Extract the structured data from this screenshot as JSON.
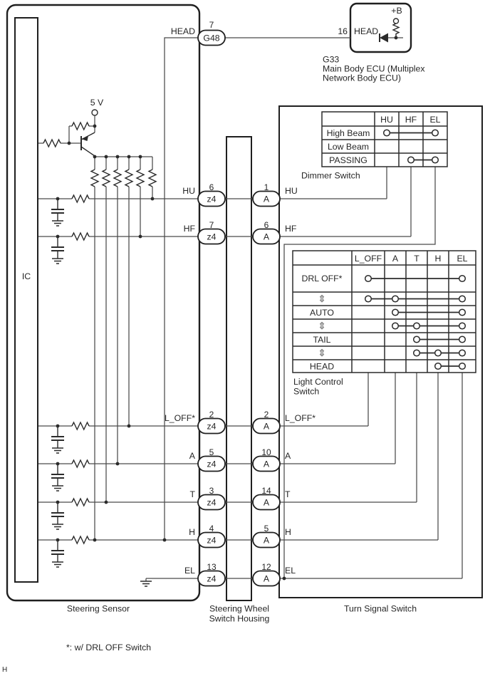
{
  "page": {
    "marker": "H",
    "footnote": "*: w/ DRL OFF Switch",
    "background_color": "#ffffff",
    "line_color": "#3a3a3a"
  },
  "ecu": {
    "id": "G33",
    "desc_line1": "Main Body ECU (Multiplex",
    "desc_line2": "Network Body ECU)",
    "pin": "16",
    "pin_label": "HEAD",
    "power_label": "+B"
  },
  "steering_sensor": {
    "label": "Steering Sensor",
    "ic_label": "IC",
    "supply_label": "5 V",
    "head": {
      "signal": "HEAD",
      "pin": "7",
      "connector": "G48"
    }
  },
  "housing": {
    "label_line1": "Steering Wheel",
    "label_line2": "Switch Housing",
    "connector_left": "z4",
    "connector_right": "A"
  },
  "turn_signal_switch": {
    "label": "Turn Signal Switch"
  },
  "rows": [
    {
      "signal": "HU",
      "z4_pin": "6",
      "a_pin": "1"
    },
    {
      "signal": "HF",
      "z4_pin": "7",
      "a_pin": "6"
    },
    {
      "signal": "L_OFF*",
      "z4_pin": "2",
      "a_pin": "2"
    },
    {
      "signal": "A",
      "z4_pin": "5",
      "a_pin": "10"
    },
    {
      "signal": "T",
      "z4_pin": "3",
      "a_pin": "14"
    },
    {
      "signal": "H",
      "z4_pin": "4",
      "a_pin": "5"
    },
    {
      "signal": "EL",
      "z4_pin": "13",
      "a_pin": "12"
    }
  ],
  "dimmer_switch": {
    "caption": "Dimmer Switch",
    "columns": [
      "HU",
      "HF",
      "EL"
    ],
    "rows": [
      {
        "label": "High Beam",
        "contacts": [
          "HU",
          "EL"
        ]
      },
      {
        "label": "Low Beam",
        "contacts": []
      },
      {
        "label": "PASSING",
        "contacts": [
          "HF",
          "EL"
        ]
      }
    ]
  },
  "light_control_switch": {
    "caption_line1": "Light Control",
    "caption_line2": "Switch",
    "columns": [
      "L_OFF",
      "A",
      "T",
      "H",
      "EL"
    ],
    "rows": [
      {
        "label": "DRL OFF*",
        "contacts": [
          "L_OFF",
          "EL"
        ]
      },
      {
        "label": "⇕",
        "contacts": [
          "L_OFF",
          "A",
          "EL"
        ]
      },
      {
        "label": "AUTO",
        "contacts": [
          "A",
          "EL"
        ]
      },
      {
        "label": "⇕",
        "contacts": [
          "A",
          "T",
          "EL"
        ]
      },
      {
        "label": "TAIL",
        "contacts": [
          "T",
          "EL"
        ]
      },
      {
        "label": "⇕",
        "contacts": [
          "T",
          "H",
          "EL"
        ]
      },
      {
        "label": "HEAD",
        "contacts": [
          "H",
          "EL"
        ]
      }
    ]
  }
}
